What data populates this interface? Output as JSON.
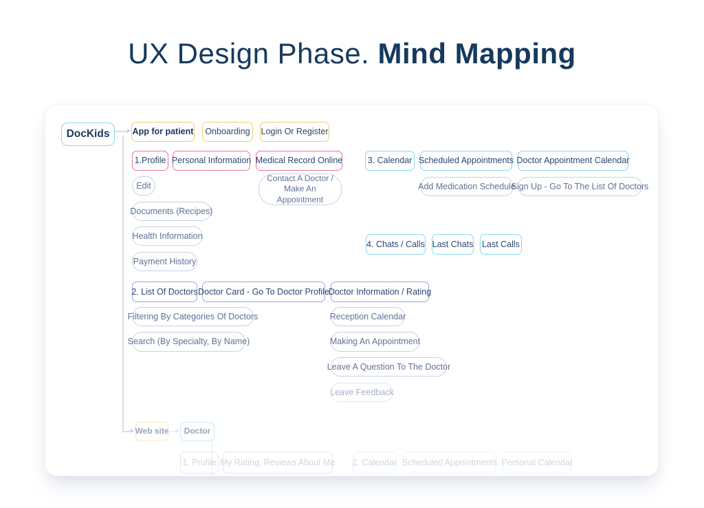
{
  "title": {
    "prefix": "UX Design Phase. ",
    "emphasis": "Mind Mapping"
  },
  "colors": {
    "title_navy": "#16395e",
    "node_text": "#2b4671",
    "pill_text": "#5f7296",
    "yellow_border": "#f5cd6e",
    "pink_border": "#e8739c",
    "cyan_border": "#88d6ec",
    "blue_border": "#97aad8",
    "pill_border": "#c9d1e1",
    "connector": "#d7dce6"
  },
  "map": {
    "root": "DocKids",
    "patient": {
      "title": "App for patient",
      "onboarding": "Onboarding",
      "login": "Login Or Register",
      "profile": {
        "title": "1.Profile",
        "personal_info": "Personal Information",
        "medical_record": "Medical Record Online",
        "edit": "Edit",
        "contact_doctor": "Contact A Doctor / Make An Appointment",
        "documents": "Documents (Recipes)",
        "health_info": "Health Information",
        "payment_history": "Payment History"
      },
      "calendar": {
        "title": "3. Calendar",
        "scheduled": "Scheduled Appointments",
        "doctor_calendar": "Doctor Appointment Calendar",
        "add_medication": "Add Medication Schedule",
        "sign_up": "Sign Up - Go To The List Of Doctors"
      },
      "chats": {
        "title": "4. Chats / Calls",
        "last_chats": "Last Chats",
        "last_calls": "Last Calls"
      },
      "doctors": {
        "title": "2. List Of Doctors",
        "doctor_card": "Doctor Card - Go To Doctor Profile",
        "doctor_info": "Doctor Information / Rating",
        "filtering": "Filtering By Categories Of Doctors",
        "search": "Search (By Specialty, By Name)",
        "reception_calendar": "Reception Calendar",
        "making_appointment": "Making An Appointment",
        "leave_question": "Leave A Question To The Doctor",
        "leave_feedback": "Leave Feedback"
      }
    },
    "website": {
      "title": "Web site",
      "doctor": {
        "title": "Doctor",
        "profile": "1. Profile",
        "my_rating": "My Rating, Reviews About Me",
        "calendar": "2. Calendar",
        "scheduled": "Scheduled Appointments",
        "personal_calendar": "Personal Calendar"
      }
    }
  }
}
